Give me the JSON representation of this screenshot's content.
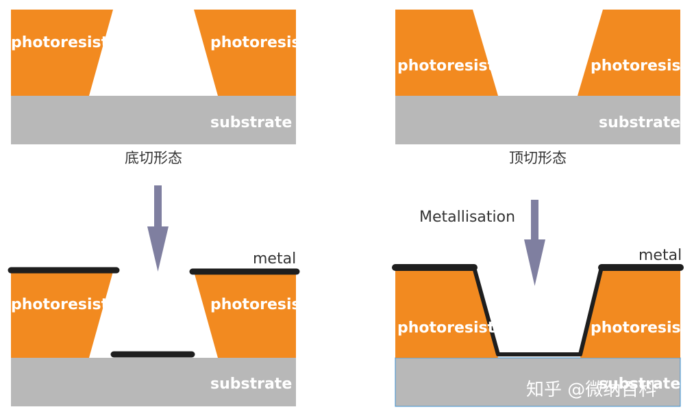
{
  "colors": {
    "photoresist": "#f28a20",
    "substrate": "#b8b8b8",
    "metal": "#1e1e1e",
    "arrow": "#7f7fa0"
  },
  "panels": {
    "undercut": {
      "pr_left": "photoresist",
      "pr_right": "photoresist",
      "substrate": "substrate",
      "caption": "底切形态"
    },
    "overcut": {
      "pr_left": "photoresist",
      "pr_right": "photoresist",
      "substrate": "substrate",
      "caption": "顶切形态"
    },
    "undercut_metal": {
      "pr_left": "photoresist",
      "pr_right": "photoresist",
      "substrate": "substrate",
      "metal": "metal"
    },
    "overcut_metal": {
      "pr_left": "photoresist",
      "pr_right": "photoresist",
      "substrate": "substrate",
      "metal": "metal",
      "process": "Metallisation"
    }
  },
  "watermark": "知乎 @微纳百科"
}
